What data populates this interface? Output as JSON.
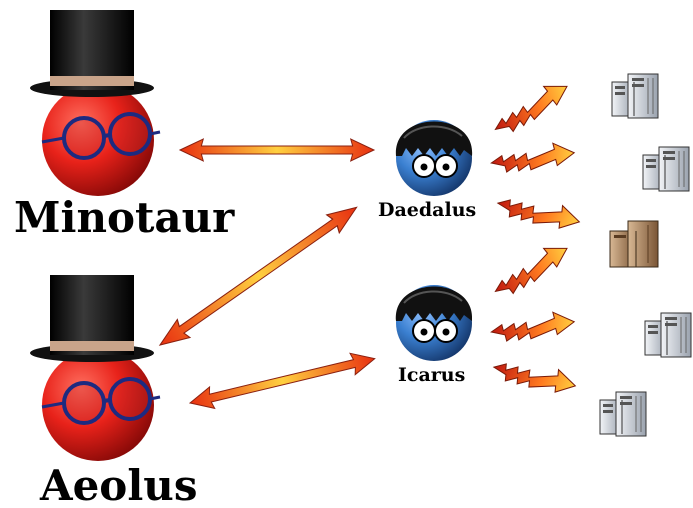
{
  "nodes": {
    "minotaur": {
      "label": "Minotaur",
      "icon": "top-hat-red-face-icon"
    },
    "aeolus": {
      "label": "Aeolus",
      "icon": "top-hat-red-face-icon"
    },
    "daedalus": {
      "label": "Daedalus",
      "icon": "black-hair-blue-face-icon"
    },
    "icarus": {
      "label": "Icarus",
      "icon": "black-hair-blue-face-icon"
    }
  },
  "servers": [
    "server-icon",
    "server-icon",
    "server-icon-brown",
    "server-icon",
    "server-icon"
  ],
  "colors": {
    "red_face": "#e8221a",
    "blue_face": "#3a7fd0",
    "arrow_light": "#ffd040",
    "arrow_dark": "#e83010",
    "server_gray": "#cfd4dc",
    "server_brown": "#a07a55"
  }
}
